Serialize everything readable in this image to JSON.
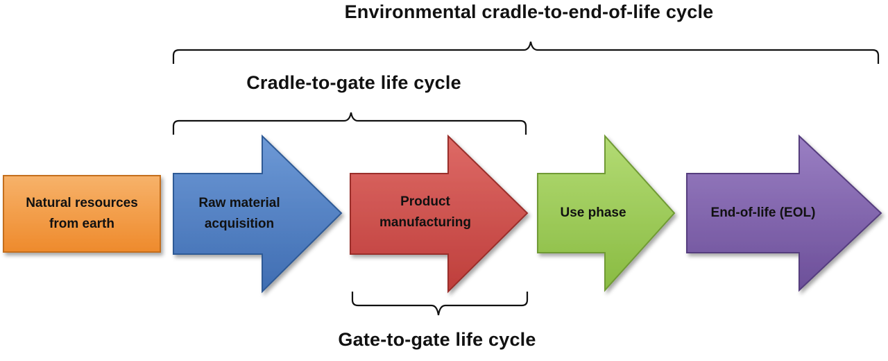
{
  "brackets": {
    "environmental": "Environmental cradle-to-end-of-life cycle",
    "cradle_to_gate": "Cradle-to-gate life cycle",
    "gate_to_gate": "Gate-to-gate life cycle"
  },
  "stages": {
    "natural_resources": {
      "line1": "Natural resources",
      "line2": "from earth",
      "color": "#f39a45"
    },
    "raw_material": {
      "line1": "Raw material",
      "line2": "acquisition",
      "color": "#4f80c4"
    },
    "product_manufacturing": {
      "line1": "Product",
      "line2": "manufacturing",
      "color": "#cf4f4c"
    },
    "use_phase": {
      "line1": "Use phase",
      "color": "#9ccc55"
    },
    "end_of_life": {
      "line1": "End-of-life (EOL)",
      "color": "#8063ab"
    }
  }
}
